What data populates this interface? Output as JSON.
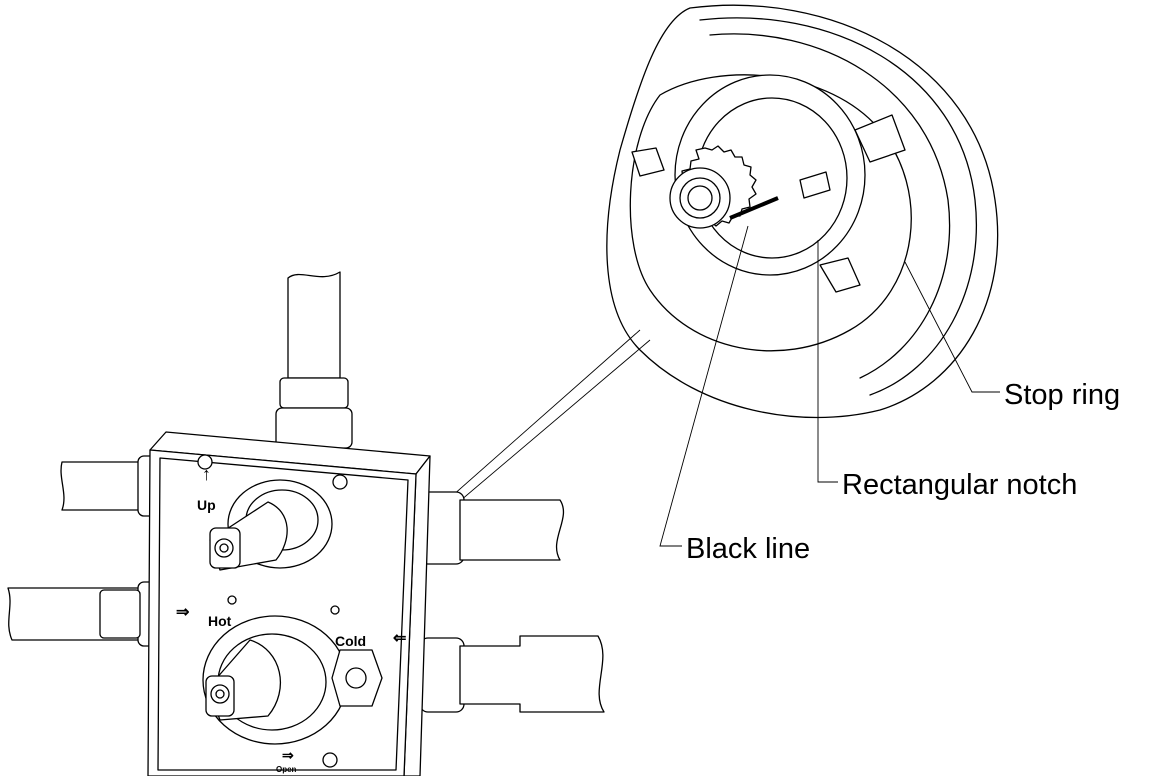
{
  "callouts": {
    "stop_ring": "Stop ring",
    "rectangular_notch": "Rectangular notch",
    "black_line": "Black line"
  },
  "plate_labels": {
    "up": "Up",
    "hot": "Hot",
    "cold": "Cold",
    "open": "Open"
  }
}
